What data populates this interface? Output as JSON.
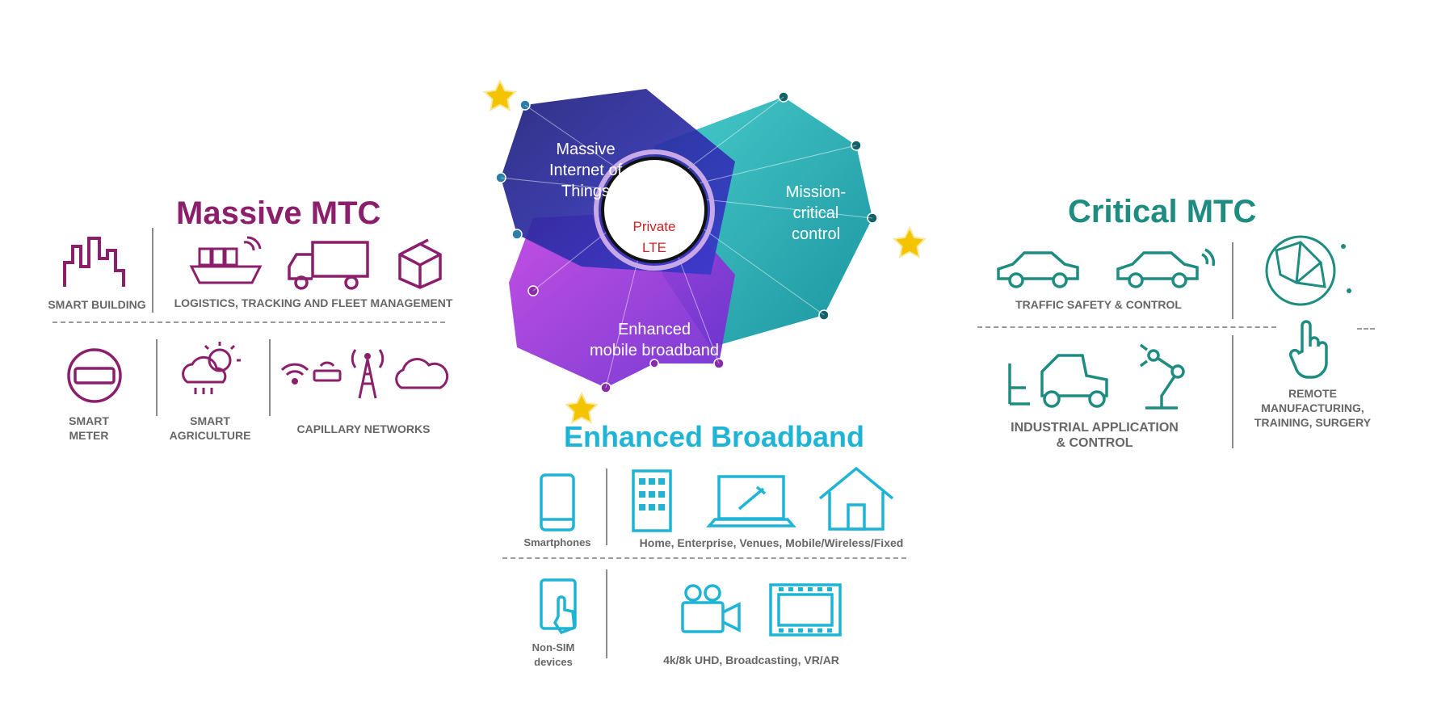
{
  "center": {
    "label_line1": "Private",
    "label_line2": "LTE",
    "blobs": {
      "iot": [
        "Massive",
        "Internet of",
        "Things"
      ],
      "mission": [
        "Mission-",
        "critical",
        "control"
      ],
      "embb": [
        "Enhanced",
        "mobile broadband"
      ]
    }
  },
  "massive_mtc": {
    "title": "Massive MTC",
    "color": "#8b1f6b",
    "labels": {
      "smart_building": "SMART BUILDING",
      "logistics": "LOGISTICS, TRACKING AND FLEET MANAGEMENT",
      "smart_meter": [
        "SMART",
        "METER"
      ],
      "smart_agriculture": [
        "SMART",
        "AGRICULTURE"
      ],
      "capillary": "CAPILLARY NETWORKS"
    }
  },
  "critical_mtc": {
    "title": "Critical MTC",
    "color": "#1e8c80",
    "labels": {
      "traffic": "TRAFFIC SAFETY & CONTROL",
      "industrial": [
        "INDUSTRIAL APPLICATION",
        "& CONTROL"
      ],
      "remote": [
        "REMOTE",
        "MANUFACTURING,",
        "TRAINING, SURGERY"
      ]
    }
  },
  "enhanced_broadband": {
    "title": "Enhanced Broadband",
    "color": "#1fb4d6",
    "labels": {
      "smartphones": "Smartphones",
      "home": "Home, Enterprise, Venues, Mobile/Wireless/Fixed",
      "non_sim": [
        "Non-SIM",
        "devices"
      ],
      "uhd": "4k/8k UHD, Broadcasting, VR/AR"
    }
  },
  "colors": {
    "iot_blob": "#2a2a9a",
    "mission_blob": "#1aa8b0",
    "embb_blob": "#a03ad6",
    "star": "#f5c400"
  }
}
